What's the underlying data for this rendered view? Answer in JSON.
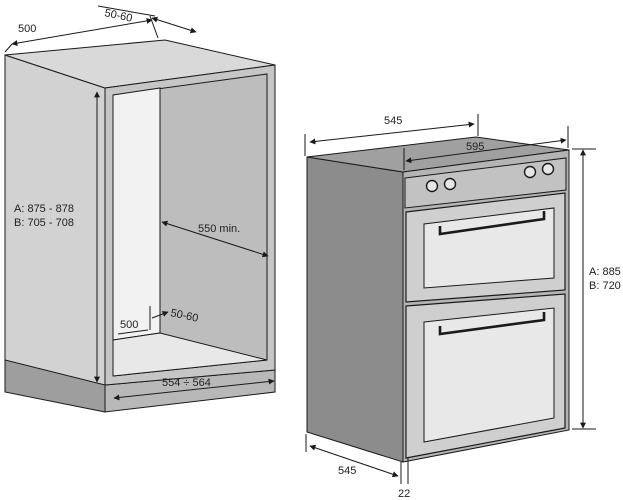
{
  "cabinet": {
    "top_depth": "500",
    "top_gap": "50-60",
    "height_a": "A: 875 - 878",
    "height_b": "B: 705 - 708",
    "inner_depth": "550 min.",
    "bottom_depth": "500",
    "bottom_gap": "50-60",
    "width_range": "554 ÷ 564"
  },
  "oven": {
    "depth_top": "545",
    "width": "595",
    "height_a": "A: 885",
    "height_b": "B: 720",
    "depth_bottom": "545",
    "front_offset": "22"
  },
  "colors": {
    "line": "#1a1a1a",
    "cabinet_side": "#d2d2d2",
    "cabinet_inner": "#bdbdbd",
    "plinth": "#9e9e9e",
    "oven_side": "#8c8c8c",
    "oven_front": "#b4b4b4",
    "oven_top": "#a0a0a0"
  }
}
